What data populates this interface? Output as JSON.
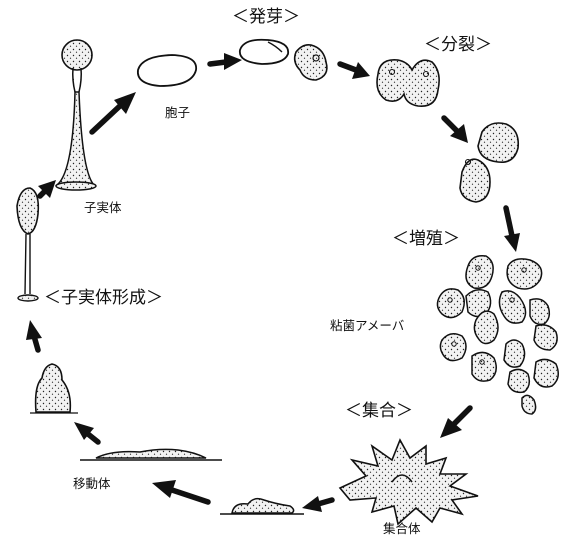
{
  "labels": {
    "germination": "＜発芽＞",
    "division": "＜分裂＞",
    "proliferation": "＜増殖＞",
    "aggregation": "＜集合＞",
    "fruiting_formation": "＜子実体形成＞",
    "spore": "胞子",
    "fruiting_body": "子実体",
    "amoeba": "粘菌アメーバ",
    "aggregate": "集合体",
    "slug": "移動体"
  }
}
